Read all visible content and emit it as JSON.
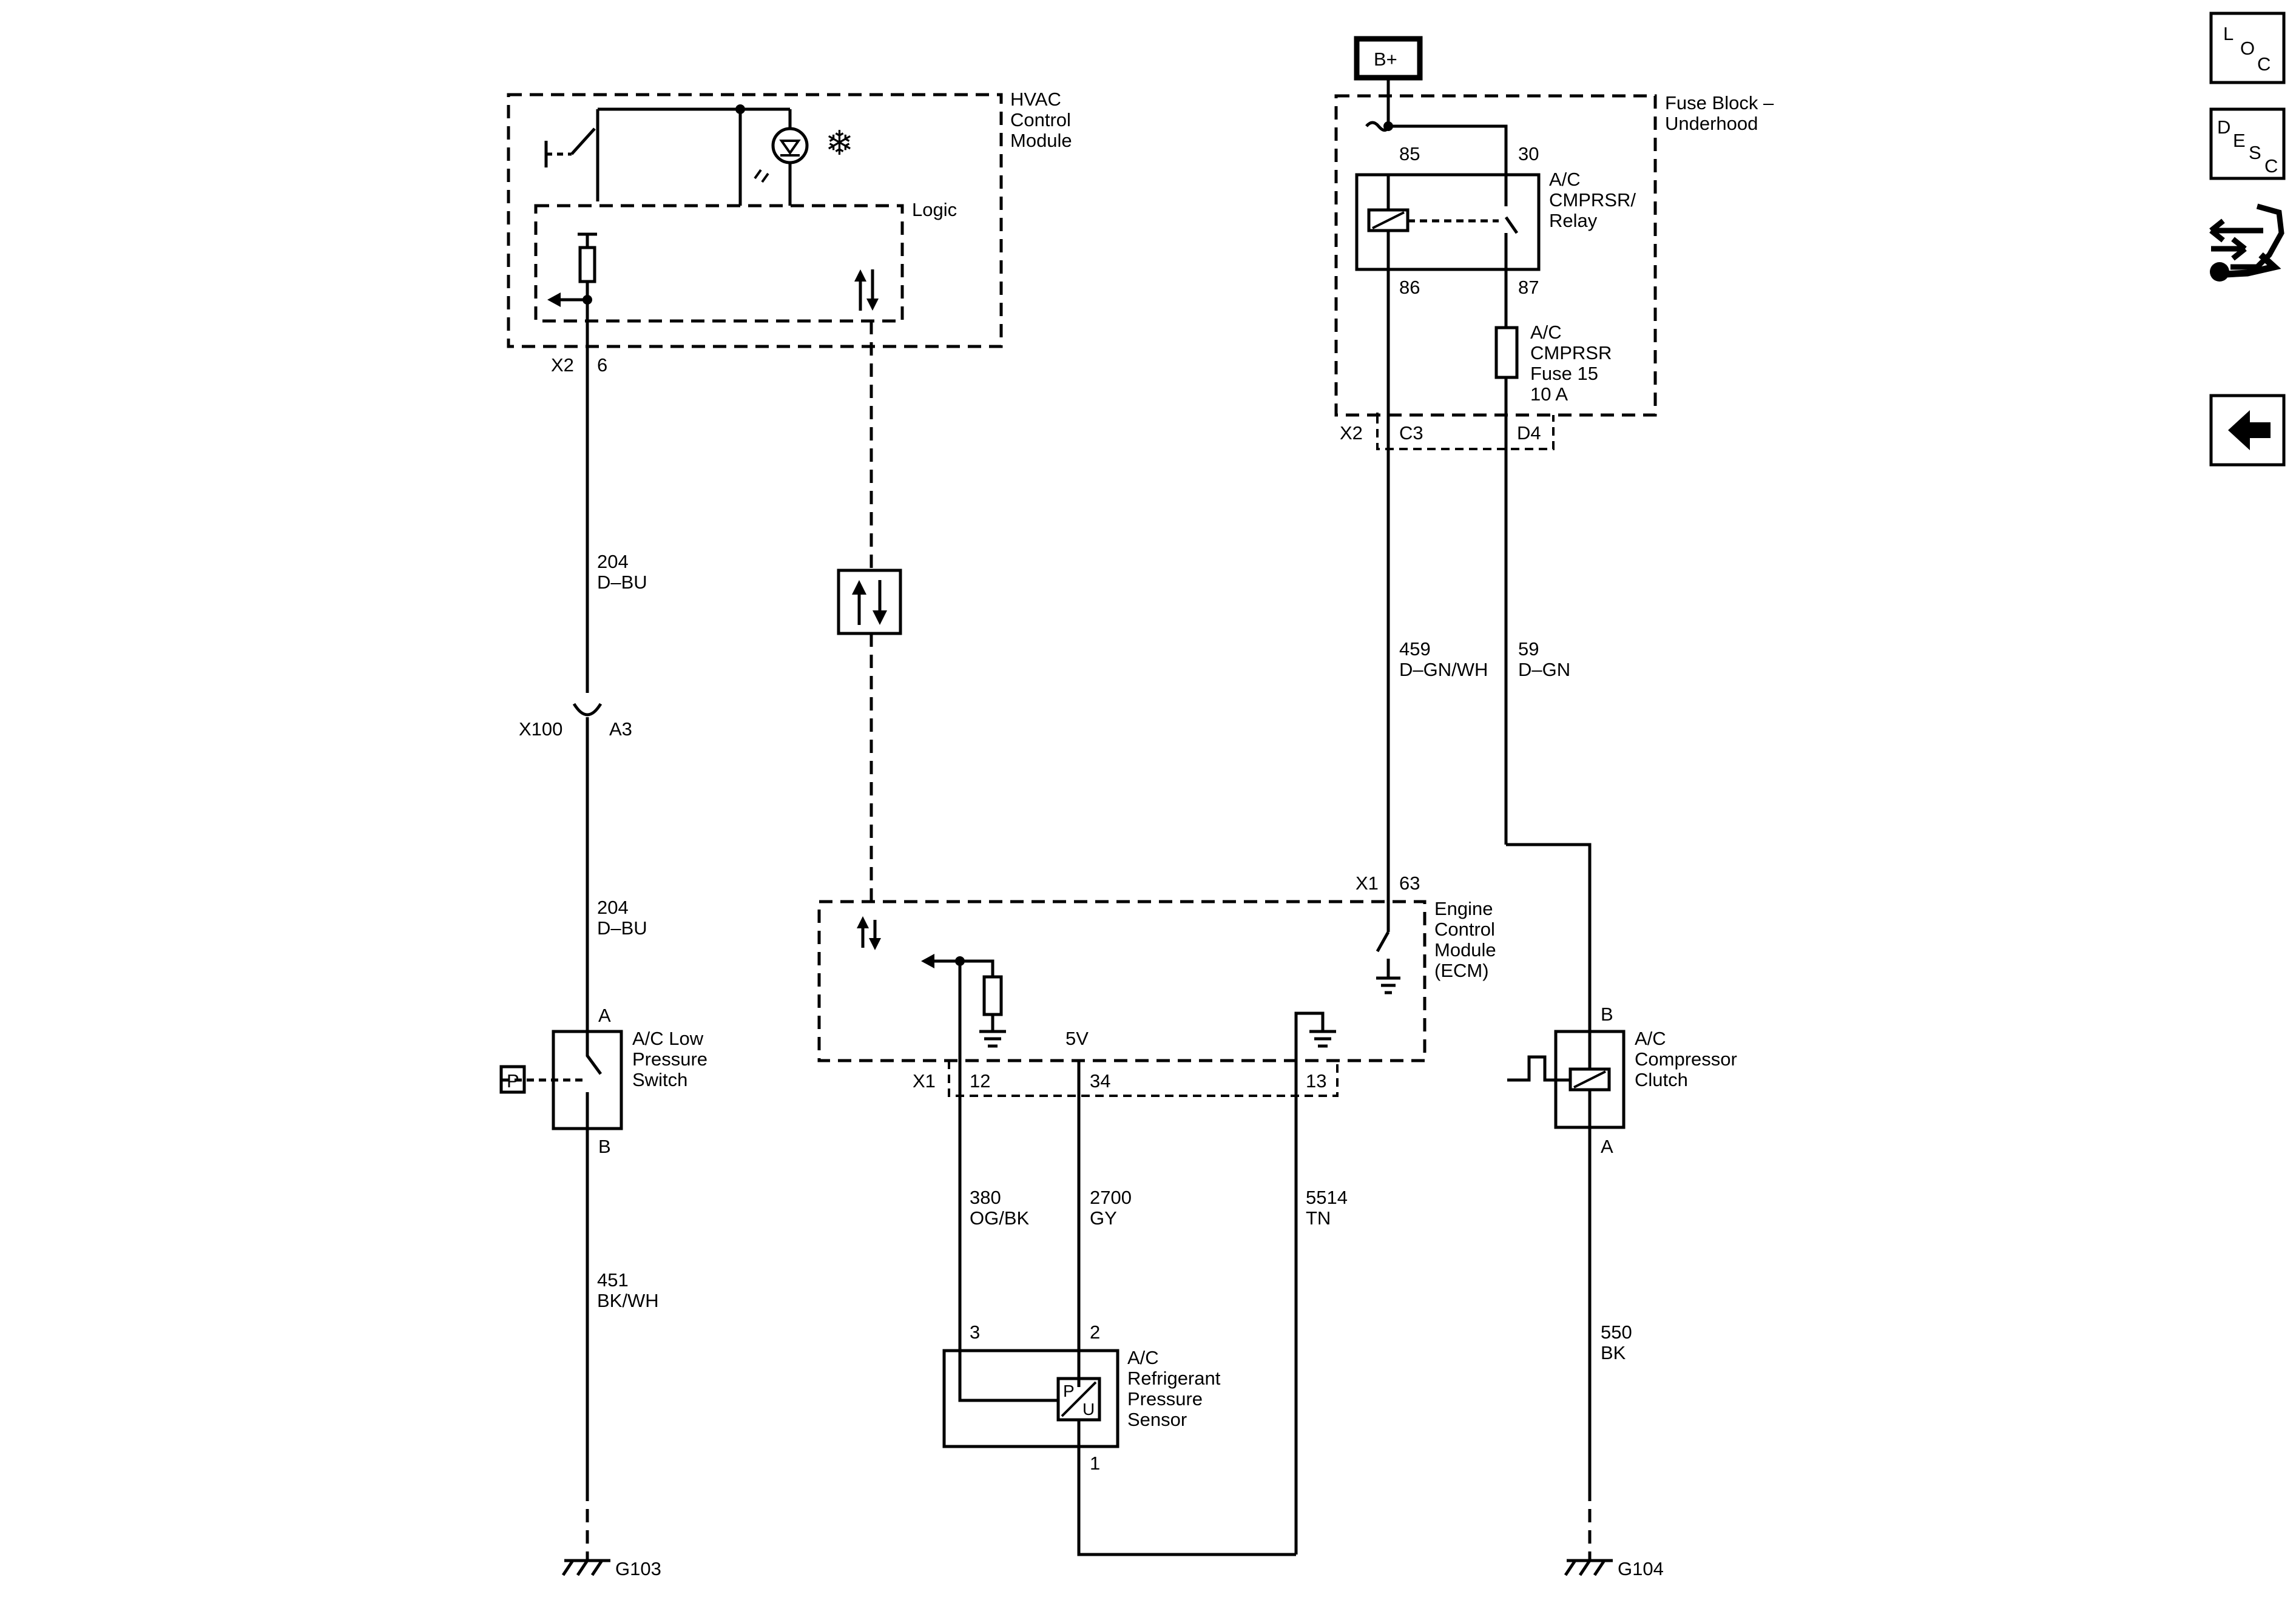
{
  "modules": {
    "hvac": {
      "name": [
        "HVAC",
        "Control",
        "Module"
      ],
      "logic": "Logic",
      "conn": "X2",
      "pin": "6"
    },
    "fuse_block": {
      "name": [
        "Fuse Block –",
        "Underhood"
      ],
      "conn": "X2",
      "pin_c": "C3",
      "pin_d": "D4"
    },
    "relay": {
      "name": [
        "A/C",
        "CMPRSR/",
        "Relay"
      ],
      "p85": "85",
      "p30": "30",
      "p86": "86",
      "p87": "87"
    },
    "fuse": {
      "name": [
        "A/C",
        "CMPRSR",
        "Fuse 15",
        "10 A"
      ]
    },
    "battery": "B+",
    "ecm": {
      "name": [
        "Engine",
        "Control",
        "Module",
        "(ECM)"
      ],
      "top_conn": "X1",
      "top_pin": "63",
      "bot_conn": "X1",
      "pin12": "12",
      "pin34": "34",
      "pin13": "13",
      "ref": "5V"
    },
    "low_switch": {
      "name": [
        "A/C Low",
        "Pressure",
        "Switch"
      ],
      "pa": "A",
      "pb": "B",
      "p_symbol": "P"
    },
    "sensor": {
      "name": [
        "A/C",
        "Refrigerant",
        "Pressure",
        "Sensor"
      ],
      "p3": "3",
      "p2": "2",
      "p1": "1",
      "glyph_p": "P",
      "glyph_u": "U"
    },
    "clutch": {
      "name": [
        "A/C",
        "Compressor",
        "Clutch"
      ],
      "pb": "B",
      "pa": "A"
    },
    "inline": {
      "conn": "X100",
      "pin": "A3"
    }
  },
  "wires": {
    "w204a": [
      "204",
      "D–BU"
    ],
    "w204b": [
      "204",
      "D–BU"
    ],
    "w451": [
      "451",
      "BK/WH"
    ],
    "w459": [
      "459",
      "D–GN/WH"
    ],
    "w59": [
      "59",
      "D–GN"
    ],
    "w380": [
      "380",
      "OG/BK"
    ],
    "w2700": [
      "2700",
      "GY"
    ],
    "w5514": [
      "5514",
      "TN"
    ],
    "w550": [
      "550",
      "BK"
    ]
  },
  "grounds": {
    "g103": "G103",
    "g104": "G104"
  },
  "nav": {
    "loc": [
      "L",
      "O",
      "C"
    ],
    "desc": [
      "D",
      "E",
      "S",
      "C"
    ]
  }
}
